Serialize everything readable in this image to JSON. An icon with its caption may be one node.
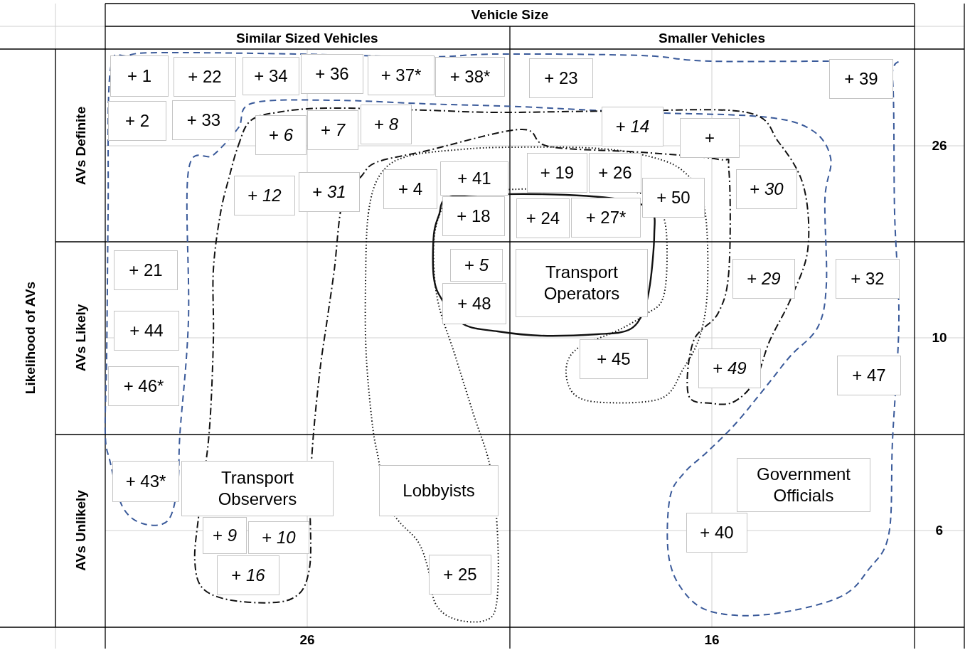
{
  "diagram": {
    "nodes": [
      {
        "text": [
          "+ 1"
        ]
      },
      {
        "text": [
          "+ 22"
        ]
      },
      {
        "text": [
          "+ 34"
        ]
      },
      {
        "text": [
          "+ 36"
        ]
      },
      {
        "text": [
          "+ 37*"
        ]
      },
      {
        "text": [
          "+ 38*"
        ]
      },
      {
        "text": [
          "+ 23"
        ]
      },
      {
        "text": [
          "+ 39"
        ]
      },
      {
        "text": [
          "+ 2"
        ]
      },
      {
        "text": [
          "+ 33"
        ]
      },
      {
        "text": [
          "+ *6*"
        ]
      },
      {
        "text": [
          "+ *7*"
        ]
      },
      {
        "text": [
          "+ *8*"
        ]
      },
      {
        "text": [
          "+ *14*"
        ]
      },
      {
        "text": [
          "+"
        ]
      },
      {
        "text": [
          "+ *12*"
        ]
      },
      {
        "text": [
          "+ *31*"
        ]
      },
      {
        "text": [
          "+ 4"
        ]
      },
      {
        "text": [
          "+ 41"
        ]
      },
      {
        "text": [
          "+ 19"
        ]
      },
      {
        "text": [
          "+ 26"
        ]
      },
      {
        "text": [
          "+ 50"
        ]
      },
      {
        "text": [
          "+ *30*"
        ]
      },
      {
        "text": [
          "+ 18"
        ]
      },
      {
        "text": [
          "+ 24"
        ]
      },
      {
        "text": [
          "+ 27*"
        ]
      },
      {
        "text": [
          "+ 21"
        ]
      },
      {
        "text": [
          "+ *5*"
        ]
      },
      {
        "text": [
          "Transport Operators"
        ]
      },
      {
        "text": [
          "+ *29*"
        ]
      },
      {
        "text": [
          "+ 32"
        ]
      },
      {
        "text": [
          "+ 48"
        ]
      },
      {
        "text": [
          "+ 44"
        ]
      },
      {
        "text": [
          "+ 45"
        ]
      },
      {
        "text": [
          "+ *49*"
        ]
      },
      {
        "text": [
          "+ 47"
        ]
      },
      {
        "text": [
          "+ 46*"
        ]
      },
      {
        "text": [
          "+ 43*"
        ]
      },
      {
        "text": [
          "Transport Observers"
        ]
      },
      {
        "text": [
          "Lobbyists"
        ]
      },
      {
        "text": [
          "Government Officials"
        ]
      },
      {
        "text": [
          "+ *9*"
        ]
      },
      {
        "text": [
          "+ *10*"
        ]
      },
      {
        "text": [
          "+ 40"
        ]
      },
      {
        "text": [
          "+ *16*"
        ]
      },
      {
        "text": [
          "+ 25"
        ]
      }
    ],
    "labels": [
      "Vehicle Size",
      "Similar Sized Vehicles",
      "Smaller Vehicles",
      "Likelihood of AVs",
      "AVs Definite",
      "26",
      "AVs Likely",
      "10",
      "AVs Unlikely",
      "6",
      "26",
      "16"
    ]
  }
}
